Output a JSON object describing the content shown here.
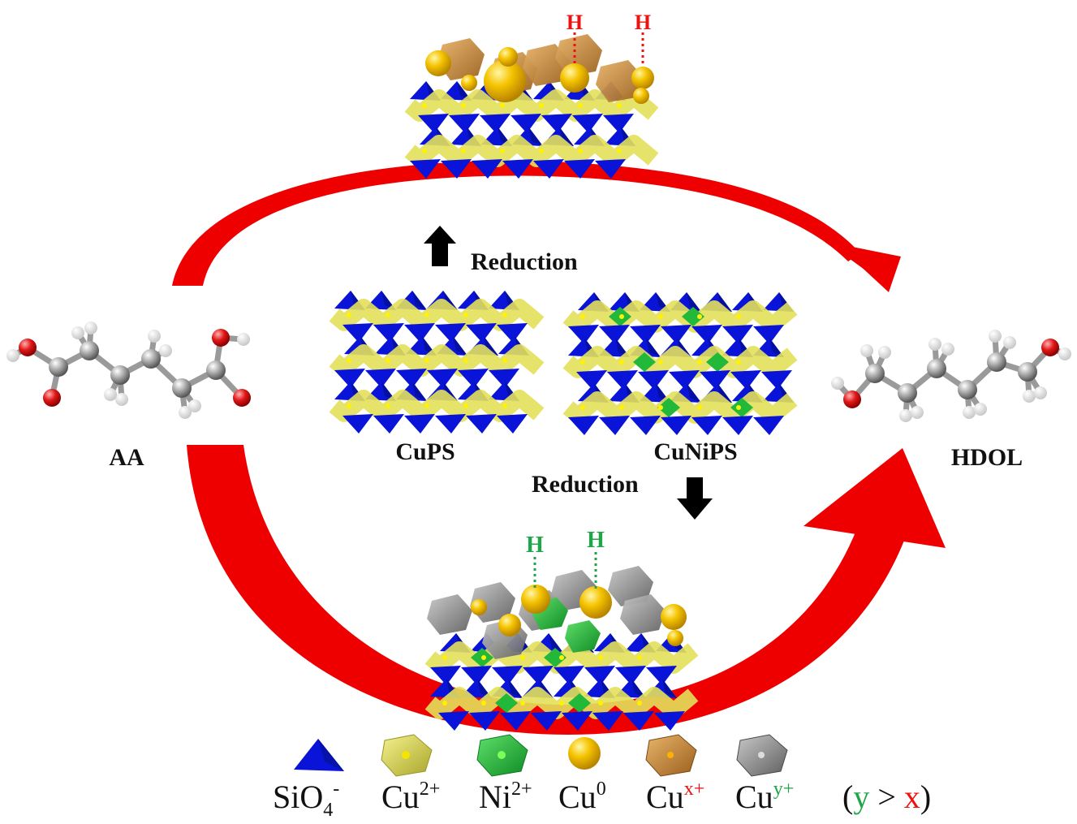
{
  "molecules": {
    "left_label": "AA",
    "right_label": "HDOL"
  },
  "center": {
    "left_label": "CuPS",
    "right_label": "CuNiPS",
    "reduction_up": "Reduction",
    "reduction_down": "Reduction"
  },
  "top_catalyst": {
    "h_left": "H",
    "h_right": "H"
  },
  "bottom_catalyst": {
    "h_left": "H",
    "h_right": "H"
  },
  "legend": {
    "sio4_base": "SiO",
    "sio4_sub": "4",
    "sio4_sup": "-",
    "cu2_base": "Cu",
    "cu2_sup": "2+",
    "ni2_base": "Ni",
    "ni2_sup": "2+",
    "cu0_base": "Cu",
    "cu0_sup": "0",
    "cux_base": "Cu",
    "cux_sup": "x+",
    "cuy_base": "Cu",
    "cuy_sup": "y+",
    "cond_open": "(",
    "cond_y": "y",
    "cond_gt": " > ",
    "cond_x": "x",
    "cond_close": ")"
  },
  "colors": {
    "arrow_red": "#ee0000",
    "silicate_blue": "#0a14d8",
    "cu2_yellow": "#e3e05a",
    "ni_green": "#22b83a",
    "cu0_gold": "#f5c400",
    "cux_orange": "#c98c3a",
    "cuy_gray": "#8a8a8a",
    "h_red": "#ee1111",
    "h_green": "#1fa64a"
  }
}
